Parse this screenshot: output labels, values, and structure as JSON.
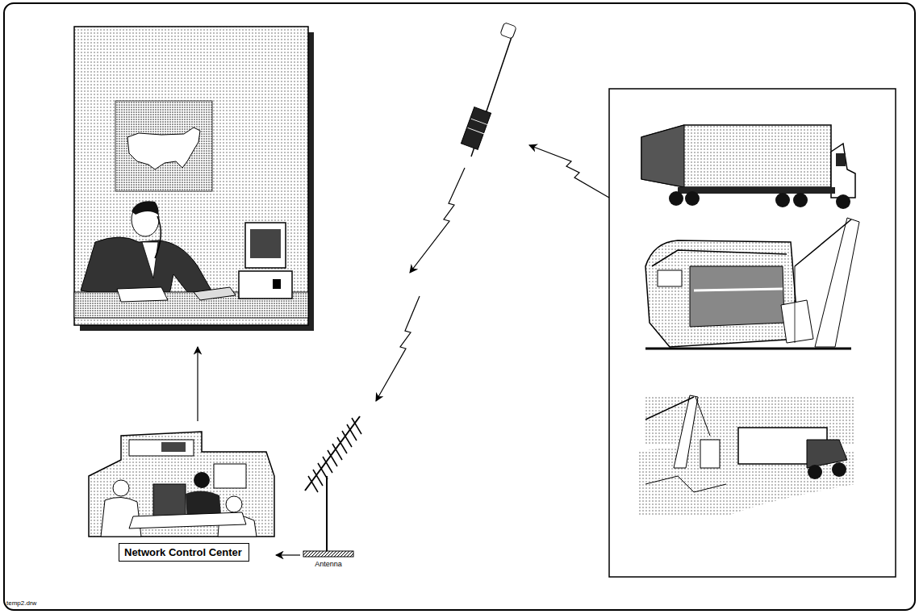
{
  "diagram": {
    "nodes": [
      {
        "text": [
          "Network Control Center"
        ]
      }
    ],
    "labels": [
      "Antenna",
      "temp2.drw"
    ]
  }
}
